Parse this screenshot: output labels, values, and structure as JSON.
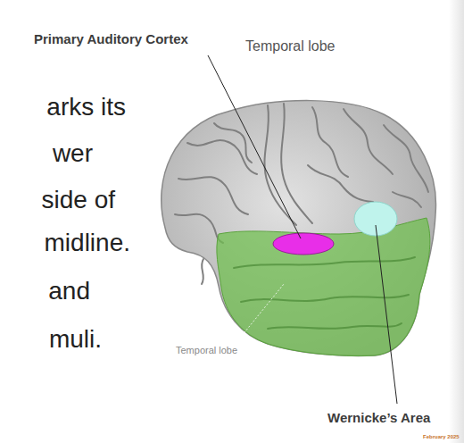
{
  "diagram": {
    "labels": [
      "Primary Auditory Cortex",
      "Temporal lobe",
      "arks its",
      "wer",
      "side of",
      "midline.",
      "and",
      "muli.",
      "Temporal lobe",
      "Wernicke’s Area",
      "February 2025"
    ]
  }
}
